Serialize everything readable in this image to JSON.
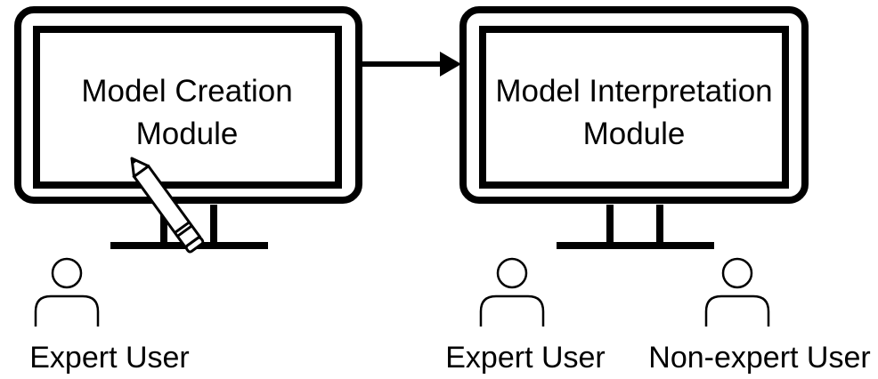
{
  "colors": {
    "ink": "#000000",
    "background": "#ffffff"
  },
  "modules": [
    {
      "line1": "Model Creation",
      "line2": "Module"
    },
    {
      "line1": "Model Interpretation",
      "line2": "Module"
    }
  ],
  "users": [
    {
      "label": "Expert User"
    },
    {
      "label": "Expert User"
    },
    {
      "label": "Non-expert User"
    }
  ],
  "icons": {
    "monitor": "monitor-icon",
    "user": "user-icon",
    "pencil": "pencil-icon",
    "arrow": "arrow-right-icon"
  }
}
